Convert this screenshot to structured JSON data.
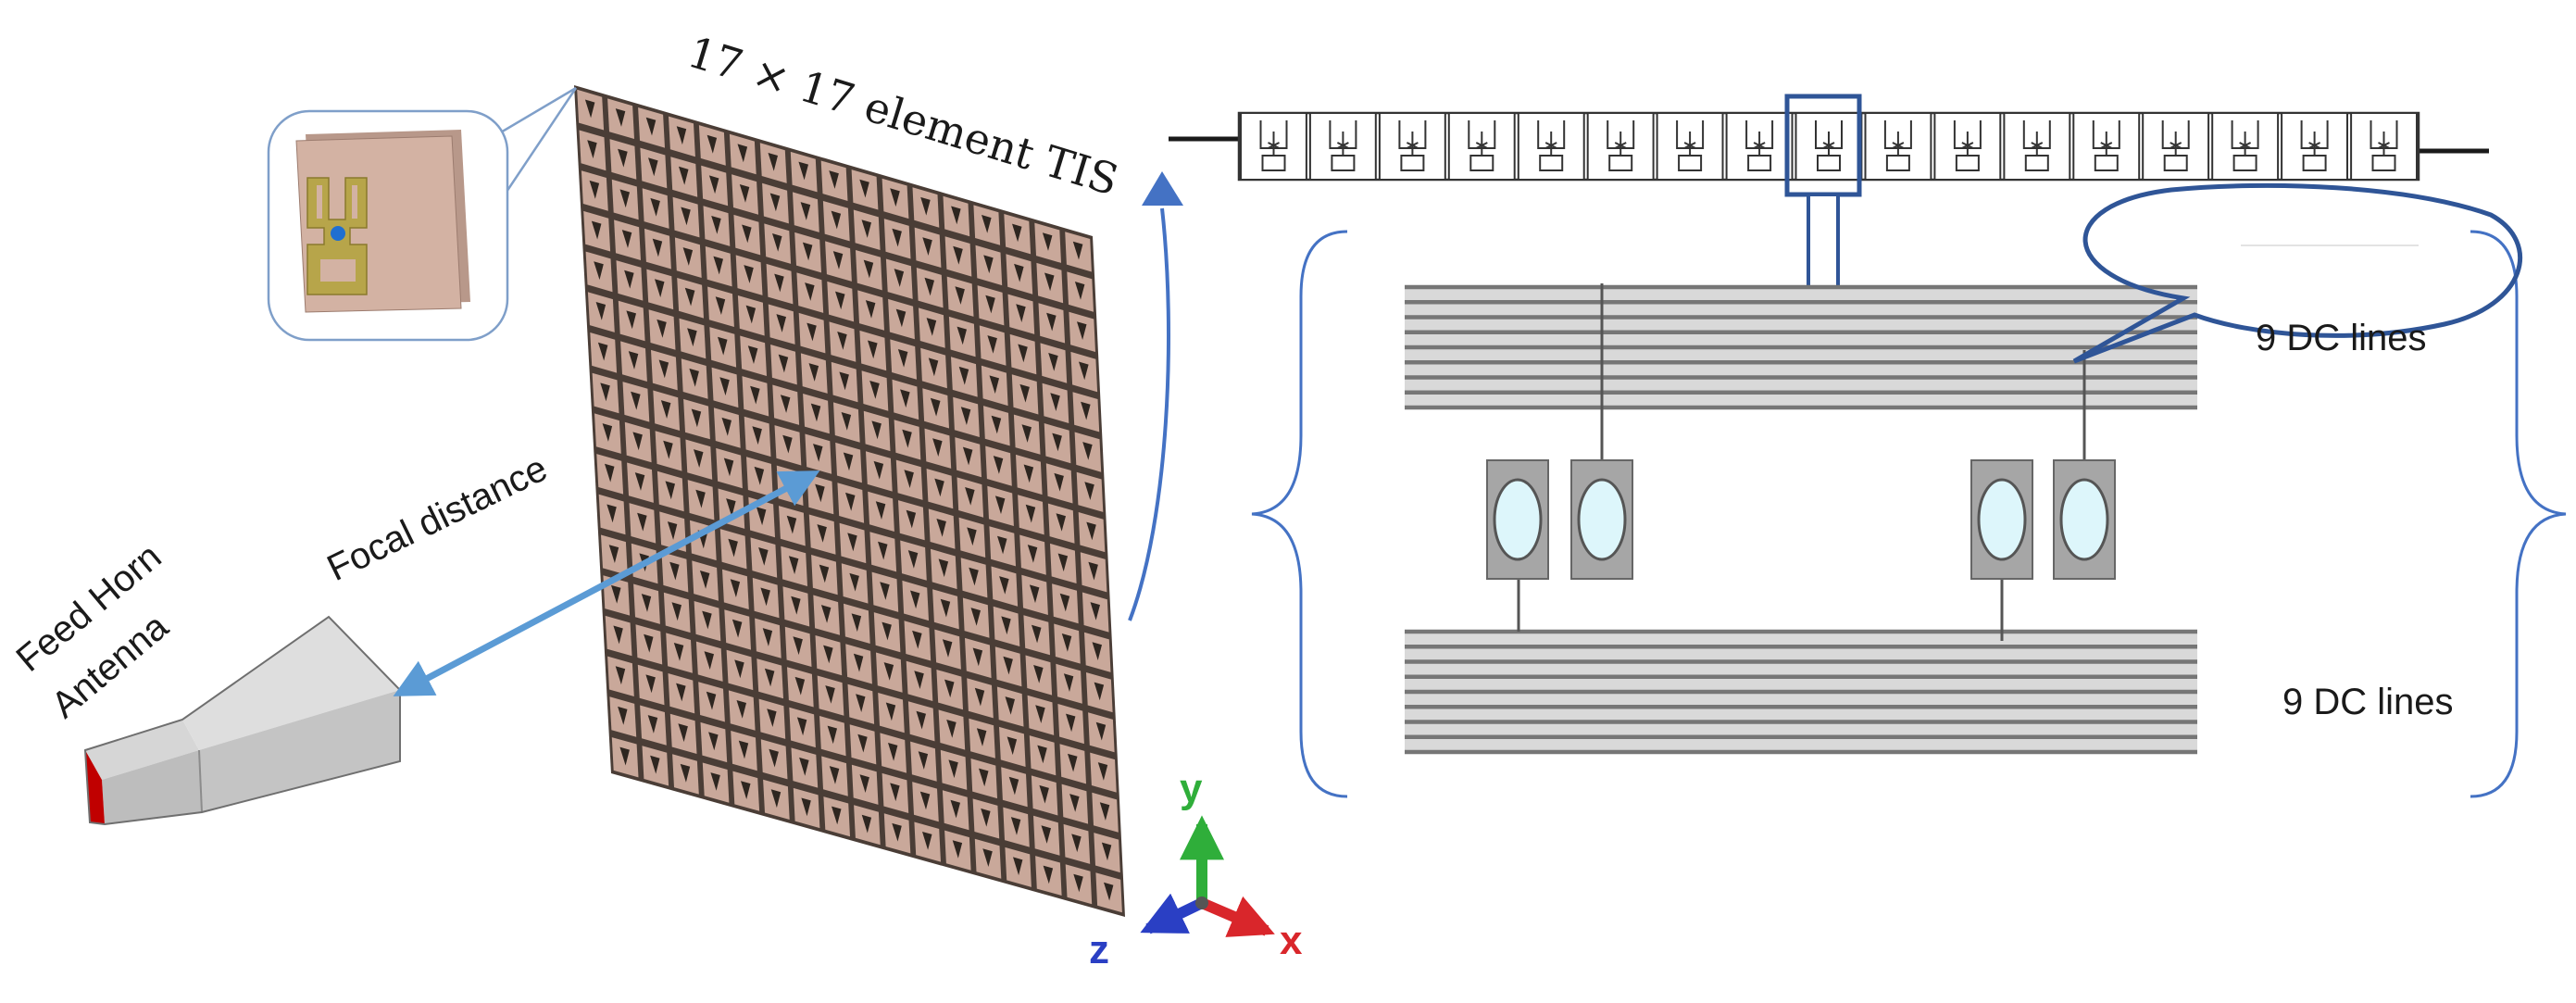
{
  "labels": {
    "array_title": "17 × 17 element TIS",
    "focal_distance": "Focal distance",
    "feed_horn_line1": "Feed Horn",
    "feed_horn_line2": "Antenna",
    "dc_lines_top": "9 DC lines",
    "dc_lines_bottom": "9 DC lines"
  },
  "axes": {
    "x": "x",
    "y": "y",
    "z": "z"
  },
  "array": {
    "rows": 17,
    "cols": 17
  },
  "strip": {
    "cells": 17,
    "highlighted_index": 8,
    "dc_lines_per_bundle": 9
  },
  "colors": {
    "accent_blue": "#4472c4",
    "dark_blue": "#2f5597",
    "arrow_blue": "#5b9bd5",
    "cell_tan": "#c9a89a",
    "horn_red": "#c00000",
    "axis_x": "#d9262b",
    "axis_y": "#2fae3a",
    "axis_z": "#2a3fc4"
  }
}
